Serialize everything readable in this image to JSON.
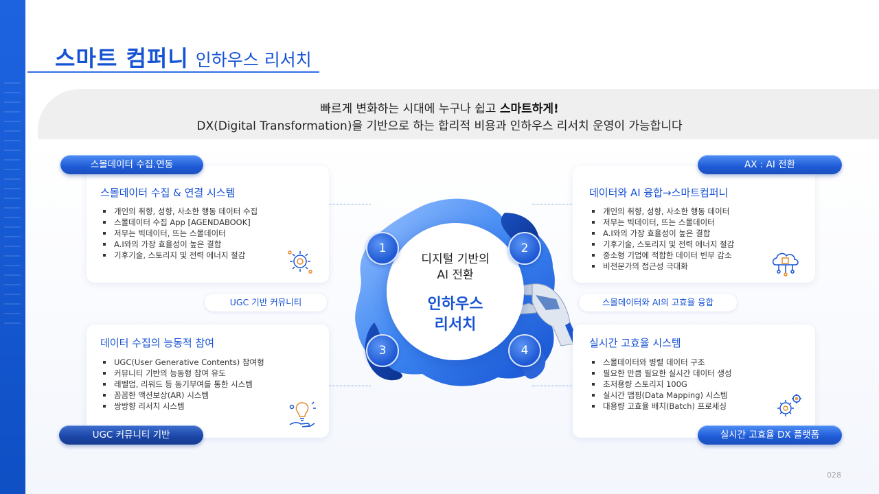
{
  "header": {
    "title_main": "스마트 컴퍼니",
    "title_sub": "인하우스 리서치"
  },
  "banner": {
    "line1_pre": "빠르게 변화하는 시대에 누구나 쉽고 ",
    "line1_bold": "스마트하게!",
    "line2": "DX(Digital Transformation)을 기반으로 하는 합리적 비용과 인하우스 리서치 운영이 가능합니다"
  },
  "pills": {
    "top_left": "스몰데이터 수집.연동",
    "top_right": "AX : AI 전환",
    "bottom_left": "UGC 커뮤니티 기반",
    "bottom_right": "실시간 고효율 DX 플랫폼"
  },
  "tags": {
    "left": "UGC 기반 커뮤니티",
    "right": "스몰데이터와 AI의 고효율 융합"
  },
  "cards": [
    {
      "title": "스몰데이터 수집 & 연결 시스템",
      "items": [
        "개인의 취향, 성향, 사소한 행동 데이터 수집",
        "스몰데이터 수집 App [AGENDABOOK]",
        "저무는 빅데이터, 뜨는 스몰데이터",
        "A.I와의 가장 효율성이 높은 결합",
        "기후기술, 스토리지 및 전력 에너지 절감"
      ]
    },
    {
      "title": "데이터와 AI 융합→스마트컴퍼니",
      "items": [
        "개인의 취향, 성향, 사소한 행동 데이터",
        "저무는 빅데이터, 뜨는 스몰데이터",
        "A.I와의 가장 효율성이 높은 결합",
        "기후기술, 스토리지 및 전력 에너지 절감",
        "중소형 기업에 적합한 데이터 빈부 감소",
        "비전문가의 접근성 극대화"
      ]
    },
    {
      "title": "데이터 수집의 능동적 참여",
      "items": [
        "UGC(User Generative Contents) 참여형",
        "커뮤니티 기반의 능동형 참여 유도",
        "레벨업, 리워드 등 동기부여를 통한 시스템",
        "꼼꼼한 액션보상(AR) 시스템",
        "쌍방향 리서치 시스템"
      ]
    },
    {
      "title": "실시간 고효율 시스템",
      "items": [
        "스몰데이터와 병렬 데이터 구조",
        "필요한 만큼 필요한 실시간 데이터 생성",
        "초저용량 스토리지 100G",
        "실시간 맵핑(Data Mapping) 시스템",
        "대용량 고효율 배치(Batch) 프로세싱"
      ]
    }
  ],
  "center": {
    "line1": "디지털 기반의",
    "line2": "AI 전환",
    "big1": "인하우스",
    "big2": "리서치"
  },
  "numbers": [
    "1",
    "2",
    "3",
    "4"
  ],
  "page": "028",
  "colors": {
    "accent": "#1652d4",
    "sidebar": "#1d63e0",
    "banner_bg": "#efeff0"
  },
  "icons": [
    "brain-gear-icon",
    "cloud-chip-icon",
    "lightbulb-hand-icon",
    "gears-icon"
  ]
}
